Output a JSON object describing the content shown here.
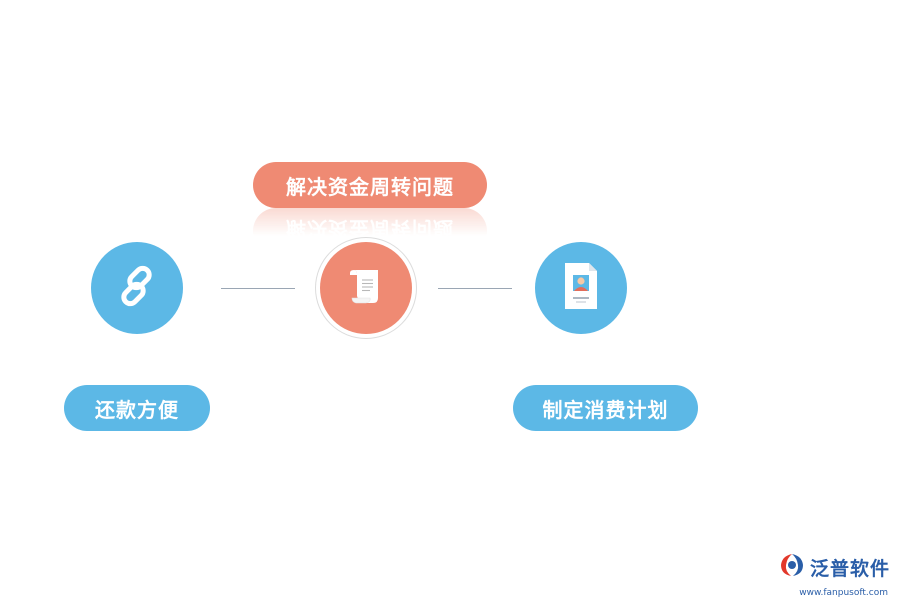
{
  "center": {
    "label": "解决资金周转问题",
    "icon": "scroll-icon"
  },
  "left": {
    "label": "还款方便",
    "icon": "link-chain-icon"
  },
  "right": {
    "label": "制定消费计划",
    "icon": "profile-document-icon"
  },
  "logo": {
    "name": "泛普软件",
    "url": "www.fanpusoft.com"
  },
  "colors": {
    "orange": "#ef8a73",
    "blue": "#5cb8e6",
    "logo": "#2a5ea8"
  }
}
